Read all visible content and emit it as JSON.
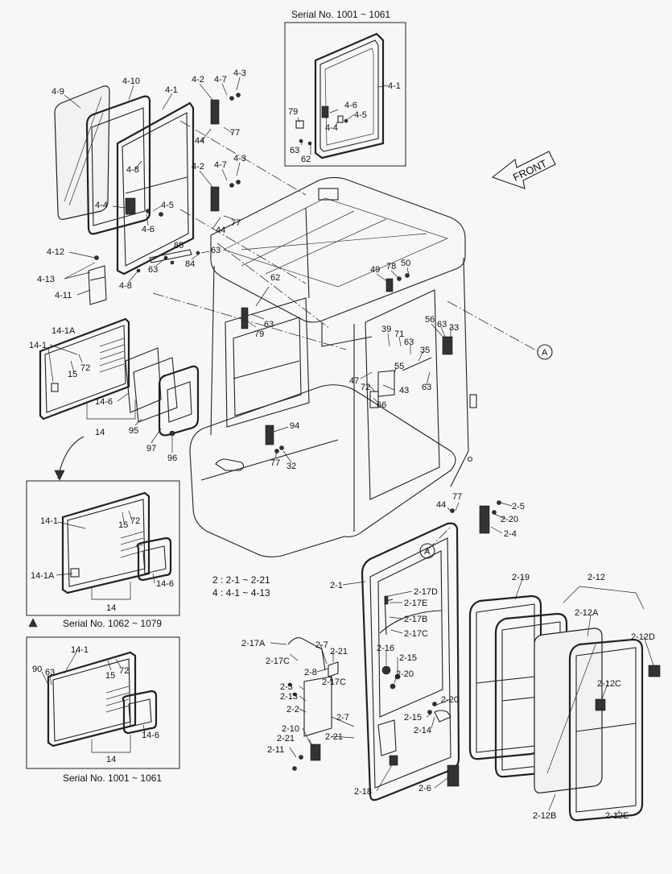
{
  "boxes": {
    "serial_top": "Serial No. 1001 ~ 1061",
    "serial_mid": "Serial No. 1062 ~ 1079",
    "serial_bottom": "Serial No. 1001 ~ 1061"
  },
  "front_label": "FRONT",
  "legend": {
    "line1": "2 : 2-1 ~ 2-21",
    "line2": "4 : 4-1 ~ 4-13"
  },
  "callout": "A",
  "labels": [
    "4-9",
    "4-10",
    "4-1",
    "4-2",
    "4-7",
    "4-3",
    "77",
    "44",
    "4-8",
    "4-2",
    "4-7",
    "4-3",
    "4-4",
    "4-5",
    "4-6",
    "77",
    "44",
    "4-12",
    "85",
    "63",
    "84",
    "4-13",
    "63",
    "4-11",
    "4-8",
    "79",
    "4-6",
    "4-5",
    "4-4",
    "63",
    "62",
    "4-1",
    "62",
    "63",
    "79",
    "49",
    "78",
    "50",
    "56",
    "63",
    "33",
    "39",
    "71",
    "63",
    "35",
    "55",
    "47",
    "72",
    "43",
    "63",
    "66",
    "94",
    "77",
    "32",
    "14-1A",
    "14-1",
    "72",
    "15",
    "14-6",
    "95",
    "14",
    "97",
    "96",
    "14-1",
    "72",
    "15",
    "14-1A",
    "14-6",
    "14",
    "14-1",
    "90",
    "63",
    "72",
    "15",
    "14-6",
    "14",
    "77",
    "2-5",
    "44",
    "2-20",
    "2-4",
    "2-1",
    "2-17D",
    "2-17E",
    "2-17B",
    "2-17C",
    "2-16",
    "2-15",
    "2-20",
    "2-17A",
    "2-7",
    "2-21",
    "2-17C",
    "2-8",
    "2-17C",
    "2-3",
    "2-13",
    "2-2",
    "2-7",
    "2-10",
    "2-21",
    "2-21",
    "2-11",
    "2-20",
    "2-15",
    "2-14",
    "2-18",
    "2-6",
    "2-19",
    "2-12",
    "2-12A",
    "2-12D",
    "2-12C",
    "2-12B",
    "2-12E"
  ]
}
